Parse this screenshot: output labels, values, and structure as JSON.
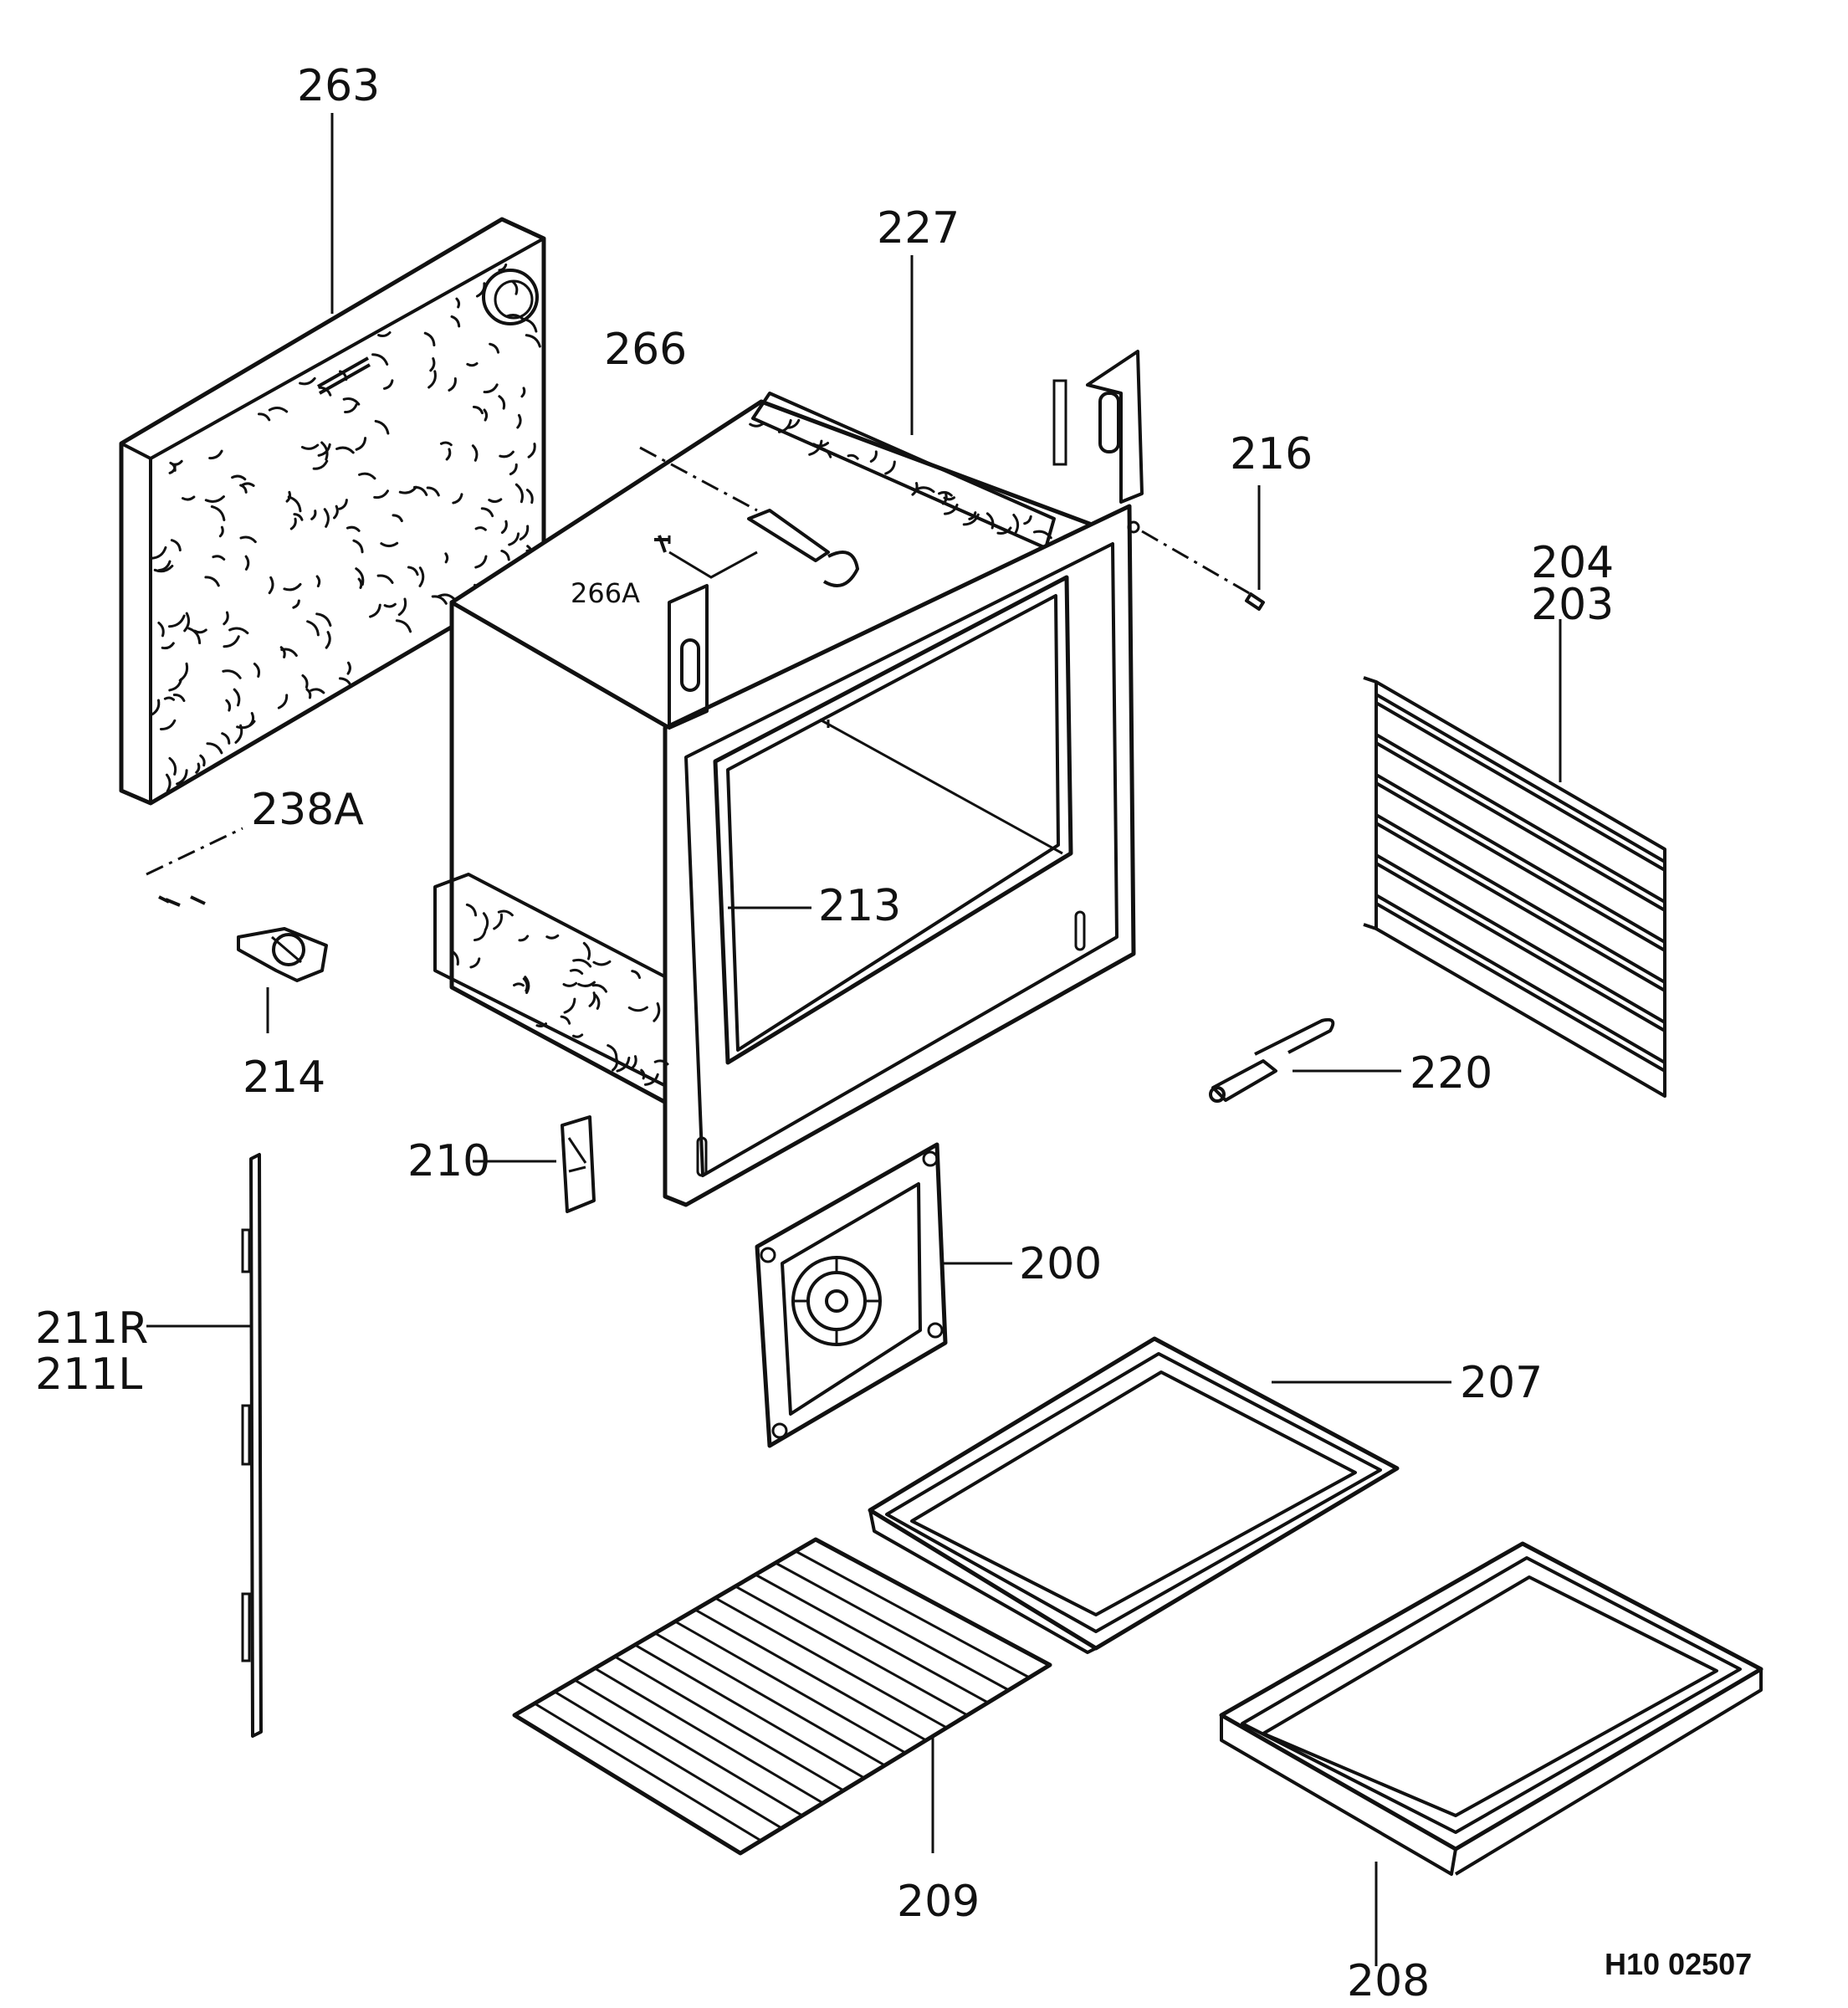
{
  "drawing_number": "H10 02507",
  "parts": {
    "p263": "263",
    "p227": "227",
    "p266": "266",
    "p266A": "266A",
    "p216": "216",
    "p204": "204",
    "p203": "203",
    "p238A": "238A",
    "p213": "213",
    "p214": "214",
    "p220": "220",
    "p210": "210",
    "p200": "200",
    "p211R": "211R",
    "p211L": "211L",
    "p207": "207",
    "p209": "209",
    "p208": "208"
  }
}
